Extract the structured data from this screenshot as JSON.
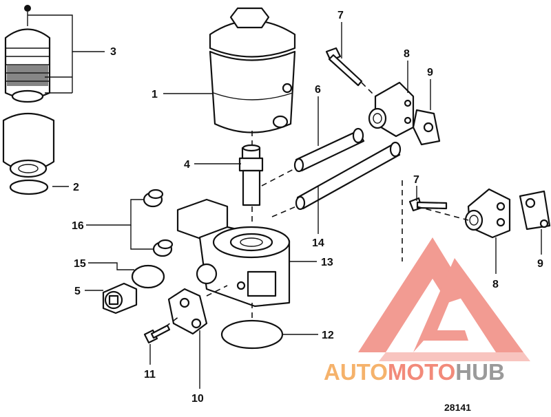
{
  "callouts": [
    "1",
    "2",
    "3",
    "4",
    "5",
    "6",
    "7",
    "8",
    "9",
    "10",
    "11",
    "12",
    "13",
    "14",
    "15",
    "16",
    "7",
    "8",
    "9"
  ],
  "figure_number": "28141",
  "watermark": {
    "part1": "AUTO",
    "part2": "MOTO",
    "part3": "HUB",
    "color_triangle": "#f08a80",
    "color_auto": "#f5b26b",
    "color_moto": "#f28a7a",
    "color_hub": "#9a9a9a"
  }
}
